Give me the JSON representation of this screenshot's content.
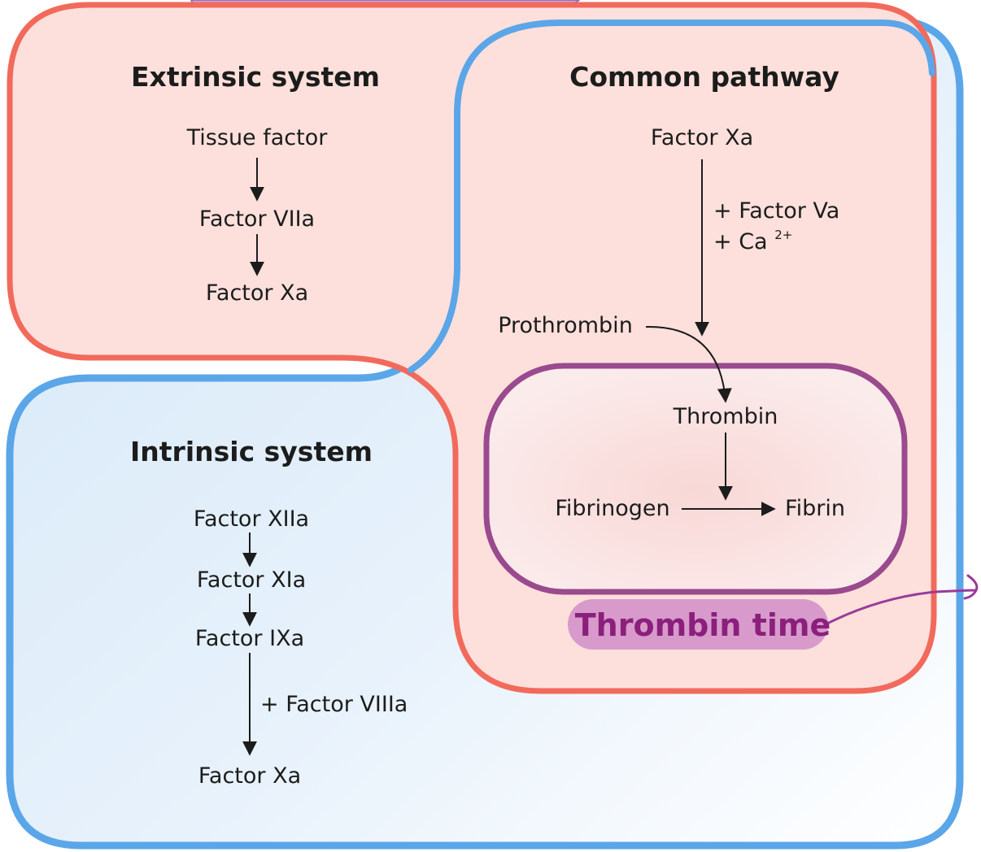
{
  "extrinsic": {
    "heading": "Extrinsic system",
    "steps": [
      "Tissue factor",
      "Factor VIIa",
      "Factor Xa"
    ]
  },
  "intrinsic": {
    "heading": "Intrinsic system",
    "steps": [
      "Factor XIIa",
      "Factor XIa",
      "Factor IXa",
      "Factor Xa"
    ],
    "cofactor": "+ Factor VIIIa"
  },
  "common": {
    "heading": "Common pathway",
    "start": "Factor Xa",
    "cofactor_1": "+ Factor Va",
    "cofactor_2": "+ Ca",
    "cofactor_2_sup": "2+",
    "prothrombin": "Prothrombin",
    "thrombin": "Thrombin",
    "fibrinogen": "Fibrinogen",
    "fibrin": "Fibrin"
  },
  "highlight": {
    "label": "Thrombin time"
  },
  "colors": {
    "extrinsic_fill": "#fde0db",
    "extrinsic_border": "#f26a5c",
    "intrinsic_fill": "#dcebf8",
    "intrinsic_border": "#5aa6e8",
    "thrombin_border": "#9a4a8e",
    "highlight_fill": "#d79acb",
    "highlight_text": "#8b1f7c"
  }
}
